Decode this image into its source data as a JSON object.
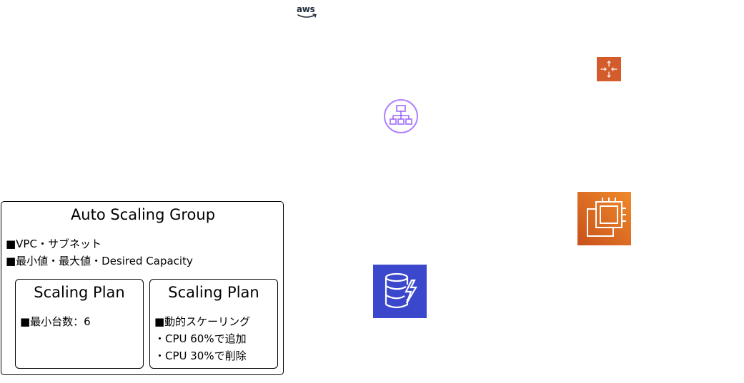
{
  "logo": {
    "text": "aws"
  },
  "asg": {
    "title": "Auto Scaling Group",
    "lines": [
      "■VPC・サブネット",
      "■最小値・最大値・Desired Capacity"
    ]
  },
  "plans": [
    {
      "title": "Scaling Plan",
      "lines": [
        "■最小台数：6"
      ]
    },
    {
      "title": "Scaling Plan",
      "lines": [
        "■動的スケーリング",
        "・CPU 60%で追加",
        "・CPU 30%で削除"
      ]
    }
  ],
  "icons": {
    "expand": "arrows-expand-icon",
    "load_balancer": "elastic-load-balancer-icon",
    "ec2": "ec2-instance-icon",
    "dynamodb": "dynamodb-icon"
  },
  "colors": {
    "expand_bg": "#d45b2b",
    "elb_stroke": "#8c4fff",
    "ec2_bg": "#e0712a",
    "dynamodb_bg": "#3b48cc"
  }
}
